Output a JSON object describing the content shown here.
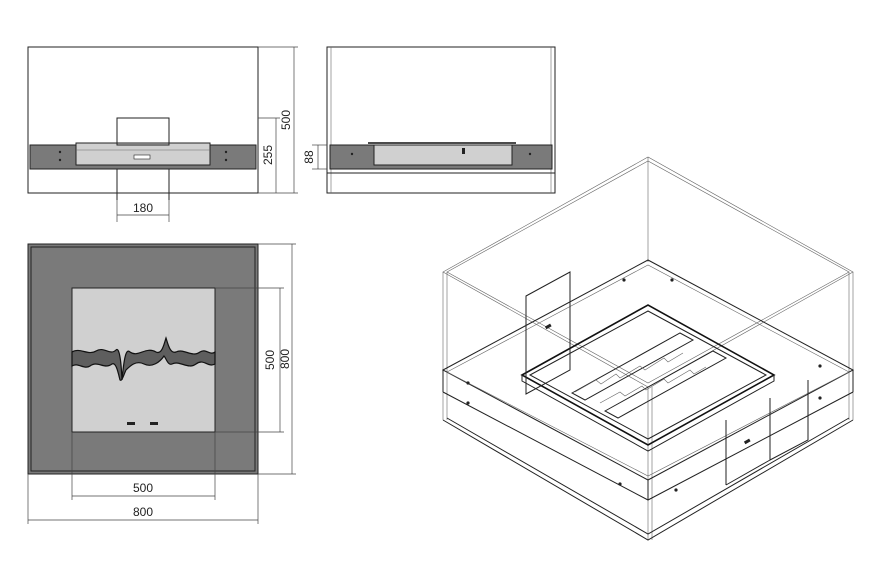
{
  "dimensions": {
    "front_burner_width": "180",
    "front_height": "500",
    "front_base_height": "255",
    "side_base_height": "88",
    "top_inner_height": "500",
    "top_outer_height": "800",
    "top_inner_width": "500",
    "top_outer_width": "800"
  }
}
